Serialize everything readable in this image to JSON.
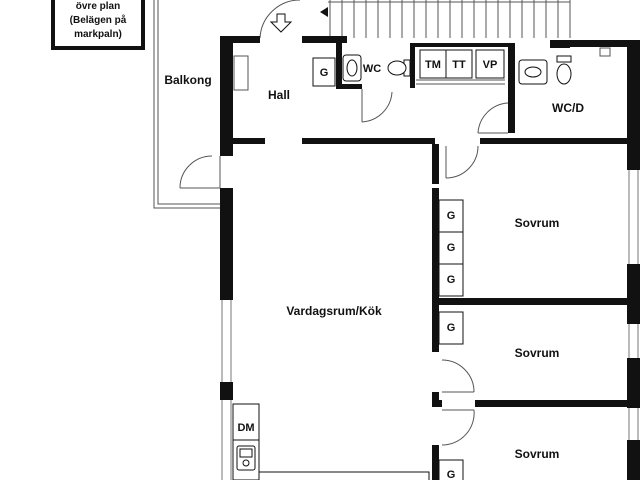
{
  "colors": {
    "wall": "#111111",
    "thin_line": "#555555",
    "window_line": "#777777",
    "background": "#ffffff"
  },
  "note": {
    "lines": [
      "övre plan",
      "(Belägen på",
      "markpaln)"
    ]
  },
  "rooms": {
    "balkong": "Balkong",
    "hall": "Hall",
    "wc": "WC",
    "wc_d": "WC/D",
    "vardagsrum": "Vardagsrum/Kök",
    "sovrum_1": "Sovrum",
    "sovrum_2": "Sovrum",
    "sovrum_3": "Sovrum"
  },
  "fixtures": {
    "hall_g": "G",
    "tm": "TM",
    "tt": "TT",
    "vp": "VP",
    "g_1": "G",
    "g_2": "G",
    "g_3": "G",
    "g_4": "G",
    "g_5": "G",
    "dm": "DM"
  },
  "icons": [
    "entrance-arrow-icon",
    "washbasin-icon",
    "toilet-icon",
    "sink-icon"
  ]
}
